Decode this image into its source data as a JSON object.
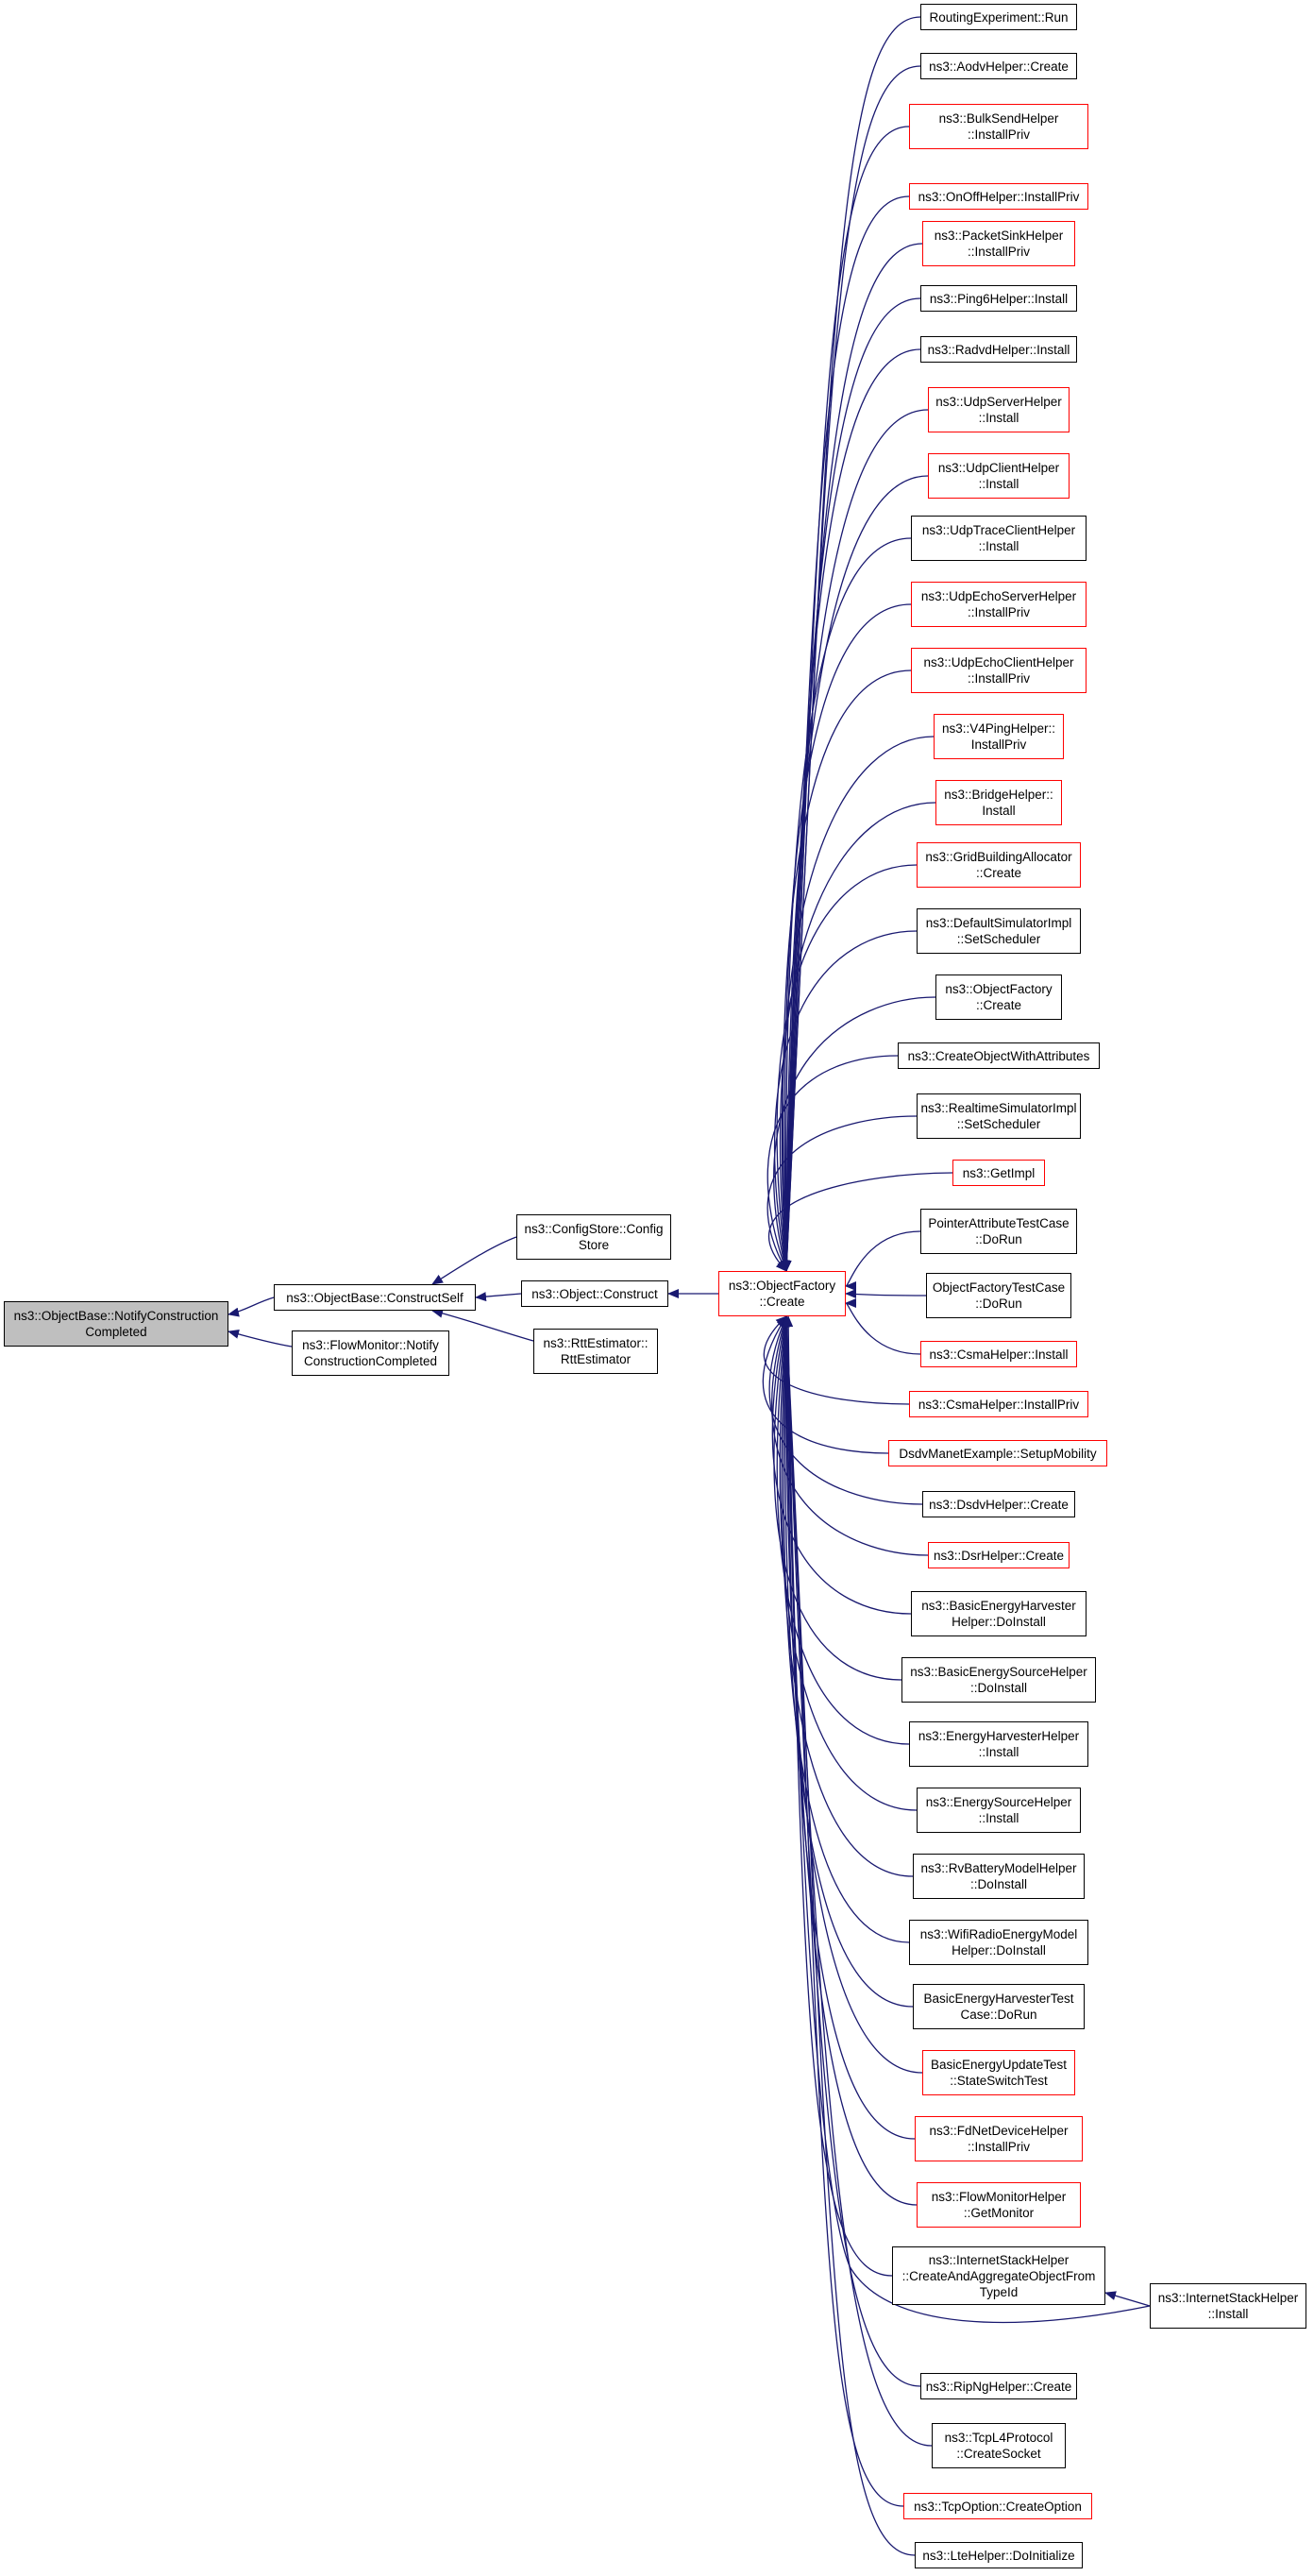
{
  "colors": {
    "edge": "#191970",
    "red_border": "#ff0000",
    "black_border": "#000000",
    "focus_fill": "#bfbfbf"
  },
  "nodes": {
    "notify_construction_completed": {
      "lines": [
        "ns3::ObjectBase::NotifyConstruction",
        "Completed"
      ]
    },
    "construct_self": {
      "lines": [
        "ns3::ObjectBase::ConstructSelf"
      ]
    },
    "flowmonitor_notify": {
      "lines": [
        "ns3::FlowMonitor::Notify",
        "ConstructionCompleted"
      ]
    },
    "configstore_configstore": {
      "lines": [
        "ns3::ConfigStore::Config",
        "Store"
      ]
    },
    "object_construct": {
      "lines": [
        "ns3::Object::Construct"
      ]
    },
    "rttestimator": {
      "lines": [
        "ns3::RttEstimator::",
        "RttEstimator"
      ]
    },
    "objectfactory_create": {
      "lines": [
        "ns3::ObjectFactory",
        "::Create"
      ]
    },
    "internetstackhelper_install": {
      "lines": [
        "ns3::InternetStackHelper",
        "::Install"
      ]
    }
  },
  "callers": [
    {
      "lines": [
        "RoutingExperiment::Run"
      ],
      "red": false
    },
    {
      "lines": [
        "ns3::AodvHelper::Create"
      ],
      "red": false
    },
    {
      "lines": [
        "ns3::BulkSendHelper",
        "::InstallPriv"
      ],
      "red": true
    },
    {
      "lines": [
        "ns3::OnOffHelper::InstallPriv"
      ],
      "red": true
    },
    {
      "lines": [
        "ns3::PacketSinkHelper",
        "::InstallPriv"
      ],
      "red": true
    },
    {
      "lines": [
        "ns3::Ping6Helper::Install"
      ],
      "red": false
    },
    {
      "lines": [
        "ns3::RadvdHelper::Install"
      ],
      "red": false
    },
    {
      "lines": [
        "ns3::UdpServerHelper",
        "::Install"
      ],
      "red": true
    },
    {
      "lines": [
        "ns3::UdpClientHelper",
        "::Install"
      ],
      "red": true
    },
    {
      "lines": [
        "ns3::UdpTraceClientHelper",
        "::Install"
      ],
      "red": false
    },
    {
      "lines": [
        "ns3::UdpEchoServerHelper",
        "::InstallPriv"
      ],
      "red": true
    },
    {
      "lines": [
        "ns3::UdpEchoClientHelper",
        "::InstallPriv"
      ],
      "red": true
    },
    {
      "lines": [
        "ns3::V4PingHelper::",
        "InstallPriv"
      ],
      "red": true
    },
    {
      "lines": [
        "ns3::BridgeHelper::",
        "Install"
      ],
      "red": true
    },
    {
      "lines": [
        "ns3::GridBuildingAllocator",
        "::Create"
      ],
      "red": true
    },
    {
      "lines": [
        "ns3::DefaultSimulatorImpl",
        "::SetScheduler"
      ],
      "red": false
    },
    {
      "lines": [
        "ns3::ObjectFactory",
        "::Create"
      ],
      "red": false
    },
    {
      "lines": [
        "ns3::CreateObjectWithAttributes"
      ],
      "red": false
    },
    {
      "lines": [
        "ns3::RealtimeSimulatorImpl",
        "::SetScheduler"
      ],
      "red": false
    },
    {
      "lines": [
        "ns3::GetImpl"
      ],
      "red": true
    },
    {
      "lines": [
        "PointerAttributeTestCase",
        "::DoRun"
      ],
      "red": false
    },
    {
      "lines": [
        "ObjectFactoryTestCase",
        "::DoRun"
      ],
      "red": false
    },
    {
      "lines": [
        "ns3::CsmaHelper::Install"
      ],
      "red": true
    },
    {
      "lines": [
        "ns3::CsmaHelper::InstallPriv"
      ],
      "red": true
    },
    {
      "lines": [
        "DsdvManetExample::SetupMobility"
      ],
      "red": true
    },
    {
      "lines": [
        "ns3::DsdvHelper::Create"
      ],
      "red": false
    },
    {
      "lines": [
        "ns3::DsrHelper::Create"
      ],
      "red": true
    },
    {
      "lines": [
        "ns3::BasicEnergyHarvester",
        "Helper::DoInstall"
      ],
      "red": false
    },
    {
      "lines": [
        "ns3::BasicEnergySourceHelper",
        "::DoInstall"
      ],
      "red": false
    },
    {
      "lines": [
        "ns3::EnergyHarvesterHelper",
        "::Install"
      ],
      "red": false
    },
    {
      "lines": [
        "ns3::EnergySourceHelper",
        "::Install"
      ],
      "red": false
    },
    {
      "lines": [
        "ns3::RvBatteryModelHelper",
        "::DoInstall"
      ],
      "red": false
    },
    {
      "lines": [
        "ns3::WifiRadioEnergyModel",
        "Helper::DoInstall"
      ],
      "red": false
    },
    {
      "lines": [
        "BasicEnergyHarvesterTest",
        "Case::DoRun"
      ],
      "red": false
    },
    {
      "lines": [
        "BasicEnergyUpdateTest",
        "::StateSwitchTest"
      ],
      "red": true
    },
    {
      "lines": [
        "ns3::FdNetDeviceHelper",
        "::InstallPriv"
      ],
      "red": true
    },
    {
      "lines": [
        "ns3::FlowMonitorHelper",
        "::GetMonitor"
      ],
      "red": true
    },
    {
      "lines": [
        "ns3::InternetStackHelper",
        "::CreateAndAggregateObjectFrom",
        "TypeId"
      ],
      "red": false
    },
    {
      "lines": [
        "ns3::RipNgHelper::Create"
      ],
      "red": false
    },
    {
      "lines": [
        "ns3::TcpL4Protocol",
        "::CreateSocket"
      ],
      "red": false
    },
    {
      "lines": [
        "ns3::TcpOption::CreateOption"
      ],
      "red": true
    },
    {
      "lines": [
        "ns3::LteHelper::DoInitialize"
      ],
      "red": false
    }
  ]
}
